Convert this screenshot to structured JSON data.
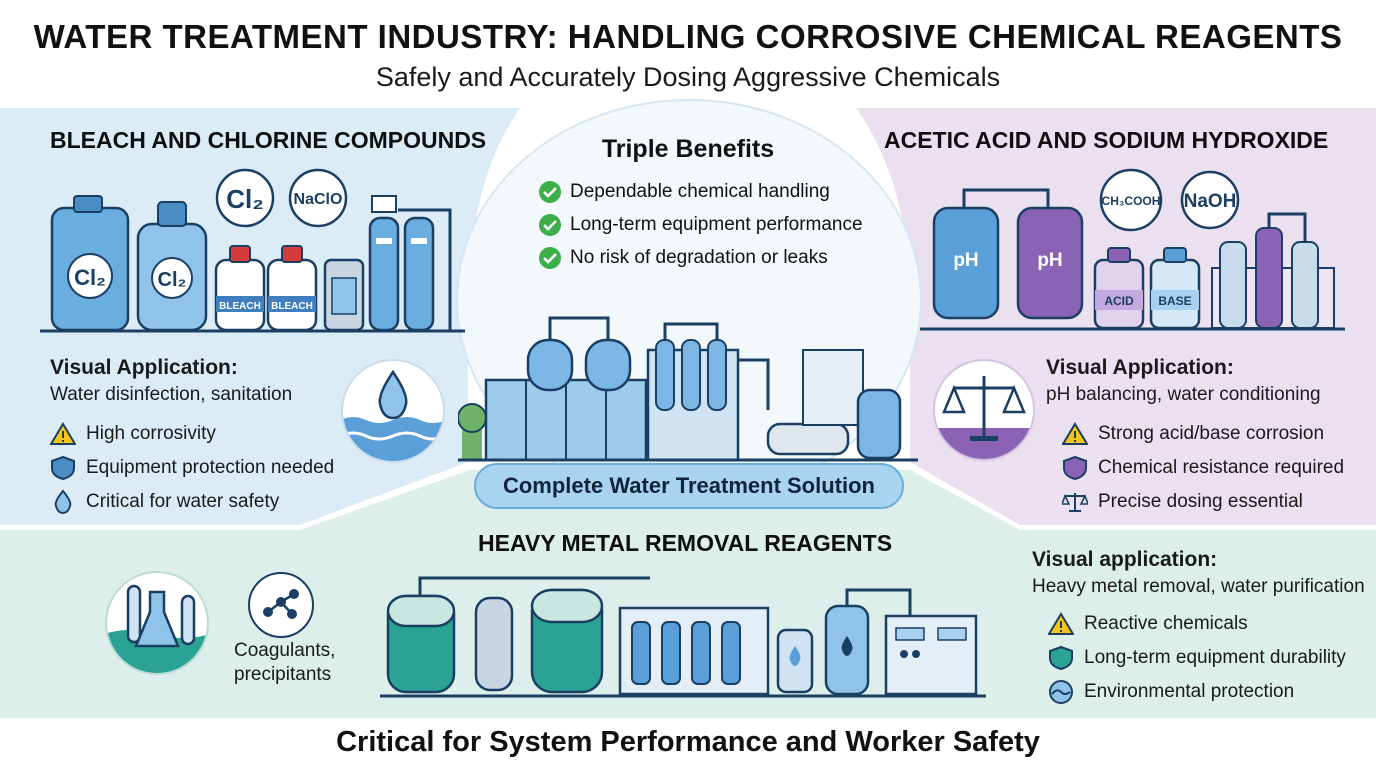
{
  "header": {
    "title": "WATER TREATMENT INDUSTRY: HANDLING CORROSIVE CHEMICAL REAGENTS",
    "subtitle": "Safely and Accurately Dosing Aggressive Chemicals"
  },
  "bleach": {
    "heading": "BLEACH AND CHLORINE COMPOUNDS",
    "formula1": "Cl₂",
    "formula2": "NaClO",
    "jug1": "Cl₂",
    "jug2": "Cl₂",
    "bottle1": "BLEACH",
    "bottle2": "BLEACH",
    "app_label": "Visual Application:",
    "app_text": "Water disinfection, sanitation",
    "items": [
      {
        "icon": "warning-icon",
        "text": "High corrosivity"
      },
      {
        "icon": "shield-icon",
        "text": "Equipment protection needed"
      },
      {
        "icon": "droplet-icon",
        "text": "Critical for water safety"
      }
    ]
  },
  "center": {
    "title": "Triple Benefits",
    "benefits": [
      "Dependable chemical handling",
      "Long-term equipment performance",
      "No risk of degradation or leaks"
    ],
    "caption": "Complete Water Treatment Solution"
  },
  "acid": {
    "heading": "ACETIC ACID AND SODIUM HYDROXIDE",
    "formula1": "CH₃COOH",
    "formula2": "NaOH",
    "tank1": "pH",
    "tank2": "pH",
    "jug1": "ACID",
    "jug2": "BASE",
    "app_label": "Visual Application:",
    "app_text": "pH balancing, water conditioning",
    "items": [
      {
        "icon": "warning-icon",
        "text": "Strong acid/base corrosion"
      },
      {
        "icon": "shield-icon",
        "text": "Chemical resistance required"
      },
      {
        "icon": "scale-icon",
        "text": "Precise dosing essential"
      }
    ]
  },
  "metal": {
    "heading": "HEAVY METAL REMOVAL REAGENTS",
    "side_text_1": "Coagulants,",
    "side_text_2": "precipitants",
    "app_label": "Visual application:",
    "app_text": "Heavy metal removal, water purification",
    "items": [
      {
        "icon": "warning-icon",
        "text": "Reactive chemicals"
      },
      {
        "icon": "shield-icon",
        "text": "Long-term equipment durability"
      },
      {
        "icon": "wave-icon",
        "text": "Environmental protection"
      }
    ]
  },
  "footer": {
    "text": "Critical for System Performance and Worker Safety"
  },
  "colors": {
    "blue_panel": "#dcecf7",
    "purple_panel": "#ebe0f0",
    "teal_panel": "#dcefea",
    "tank_blue": "#5b9fd8",
    "tank_purple": "#8a63b5",
    "tank_teal": "#2aa394",
    "check_green": "#3cae4a",
    "warning_yellow": "#f5c518"
  }
}
